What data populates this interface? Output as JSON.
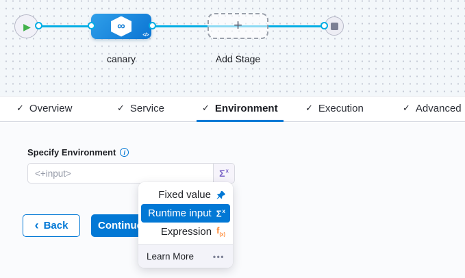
{
  "pipeline_canvas": {
    "nodes": {
      "start": {
        "play_glyph": "▶"
      },
      "stage": {
        "label": "canary",
        "icon_glyph": "∞",
        "code_badge": "</>"
      },
      "add_stage": {
        "label": "Add Stage",
        "plus_glyph": "+"
      },
      "end": {
        "stop_glyph": ""
      }
    }
  },
  "tabbar": {
    "check_glyph": "✓",
    "tabs": [
      {
        "label": "Overview",
        "checked": true,
        "active": false
      },
      {
        "label": "Service",
        "checked": true,
        "active": false
      },
      {
        "label": "Environment",
        "checked": true,
        "active": true
      },
      {
        "label": "Execution",
        "checked": true,
        "active": false
      },
      {
        "label": "Advanced",
        "checked": true,
        "active": false
      }
    ]
  },
  "form": {
    "field_label": "Specify Environment",
    "info_glyph": "i",
    "input": {
      "value": "",
      "placeholder": "<+input>"
    },
    "sigma_base": "Σ",
    "sigma_sup": "x"
  },
  "value_type_menu": {
    "items": [
      {
        "label": "Fixed value",
        "icon": "pin"
      },
      {
        "label": "Runtime input",
        "icon": "sigma",
        "selected": true
      },
      {
        "label": "Expression",
        "icon": "fx"
      }
    ],
    "sigma_base": "Σ",
    "sigma_sup": "x",
    "fx_base": "f",
    "fx_sub": "(x)",
    "footer": {
      "label": "Learn More",
      "more_glyph": "•••"
    }
  },
  "actions": {
    "back_chevron": "‹",
    "back_label": "Back",
    "continue_label": "Continue"
  },
  "colors": {
    "primary_blue": "#0278d5",
    "connector_blue": "#00ade4",
    "node_gradient_start": "#2f9fe9",
    "node_gradient_end": "#0b74d3",
    "selected_item_bg": "#0278d5",
    "expression_orange": "#ff832b",
    "runtime_purple": "#7a64c7",
    "play_green": "#42b14b",
    "canvas_bg": "#f3f7fa",
    "content_bg": "#fafbfd"
  }
}
